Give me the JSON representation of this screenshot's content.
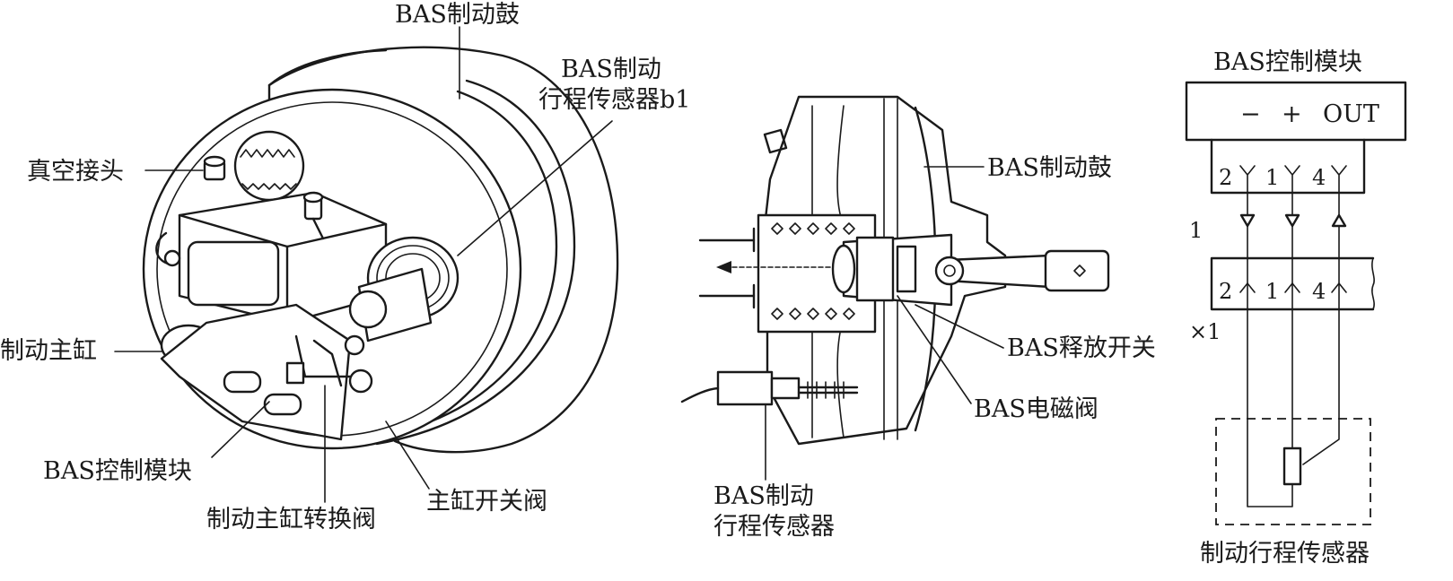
{
  "left_view": {
    "labels": {
      "brake_drum": "BAS制动鼓",
      "stroke_sensor_b1": [
        "BAS制动",
        "行程传感器b1"
      ],
      "vacuum_fitting": "真空接头",
      "master_cylinder": "制动主缸",
      "control_module": "BAS控制模块",
      "master_cylinder_changeover_valve": "制动主缸转换阀",
      "master_cylinder_switch_valve": "主缸开关阀"
    }
  },
  "middle_view": {
    "labels": {
      "brake_drum": "BAS制动鼓",
      "release_switch": "BAS释放开关",
      "solenoid_valve": "BAS电磁阀",
      "stroke_sensor": [
        "BAS制动",
        "行程传感器"
      ]
    }
  },
  "right_view": {
    "module_title": "BAS控制模块",
    "module_pins": [
      "−",
      "+",
      "OUT"
    ],
    "upper_connector_pins": [
      "2",
      "1",
      "4"
    ],
    "lower_connector_pins": [
      "2",
      "1",
      "4"
    ],
    "harness_label": "1",
    "connector_label": "×1",
    "sensor_title": "制动行程传感器"
  }
}
